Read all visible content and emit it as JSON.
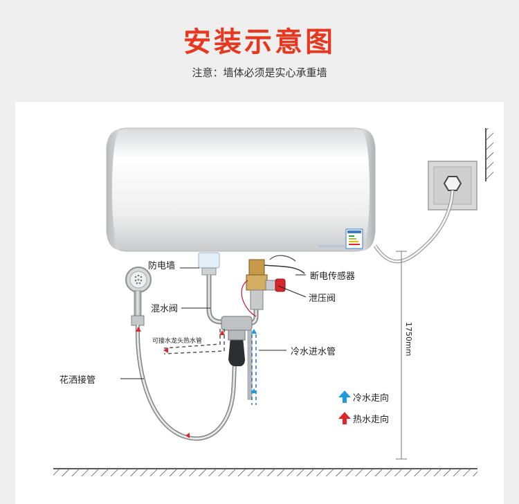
{
  "header": {
    "title": "安装示意图",
    "subtitle": "注意：墙体必须是实心承重墙"
  },
  "labels": {
    "anti_shock": "防电墙",
    "power_sensor": "断电传感器",
    "mixing_valve": "混水阀",
    "pressure_valve": "泄压阀",
    "hot_pipe_note": "可接水龙头热水管",
    "cold_inlet": "冷水进水管",
    "shower_hose": "花洒接管",
    "height": "1750mm"
  },
  "legend": {
    "cold_flow": "冷水走向",
    "hot_flow": "热水走向"
  },
  "colors": {
    "title": "#e8361f",
    "cold_arrow": "#1e9ae0",
    "hot_arrow": "#e0262a"
  }
}
